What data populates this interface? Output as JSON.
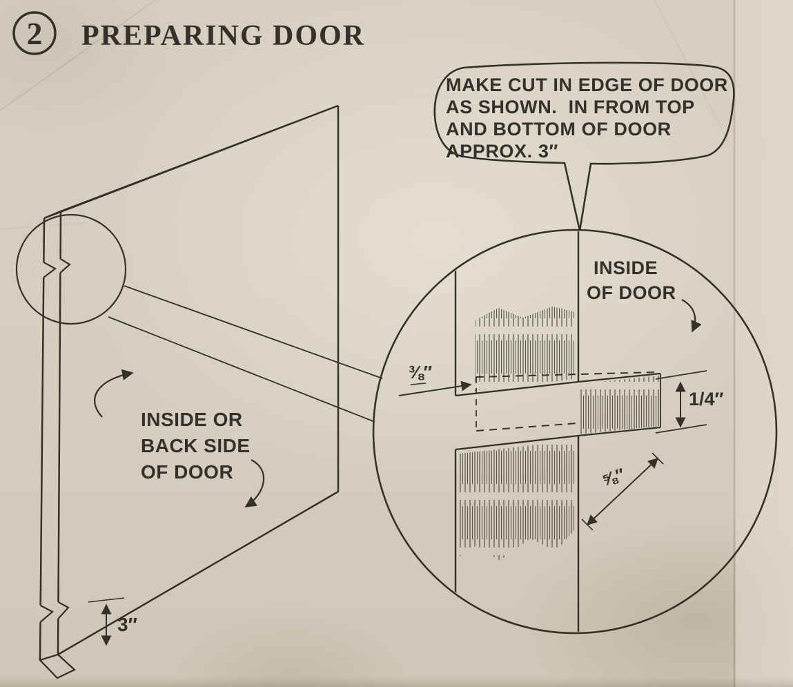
{
  "paper": {
    "background_color": "#d5cec0",
    "ink_color": "#34312b"
  },
  "header": {
    "step_number": "2",
    "title": "PREPARING DOOR"
  },
  "callout": {
    "line1": "MAKE CUT IN EDGE OF DOOR",
    "line2": "AS SHOWN.  IN FROM TOP",
    "line3": "AND BOTTOM OF DOOR",
    "line4": "APPROX. 3″"
  },
  "door": {
    "label_line1": "INSIDE OR",
    "label_line2": "BACK SIDE",
    "label_line3": "OF DOOR",
    "bottom_dim": "3″"
  },
  "detail": {
    "label_line1": "INSIDE",
    "label_line2": "OF DOOR",
    "dim_depth": "⅜″",
    "dim_thickness": "1/4″",
    "dim_width": "⅝″"
  }
}
